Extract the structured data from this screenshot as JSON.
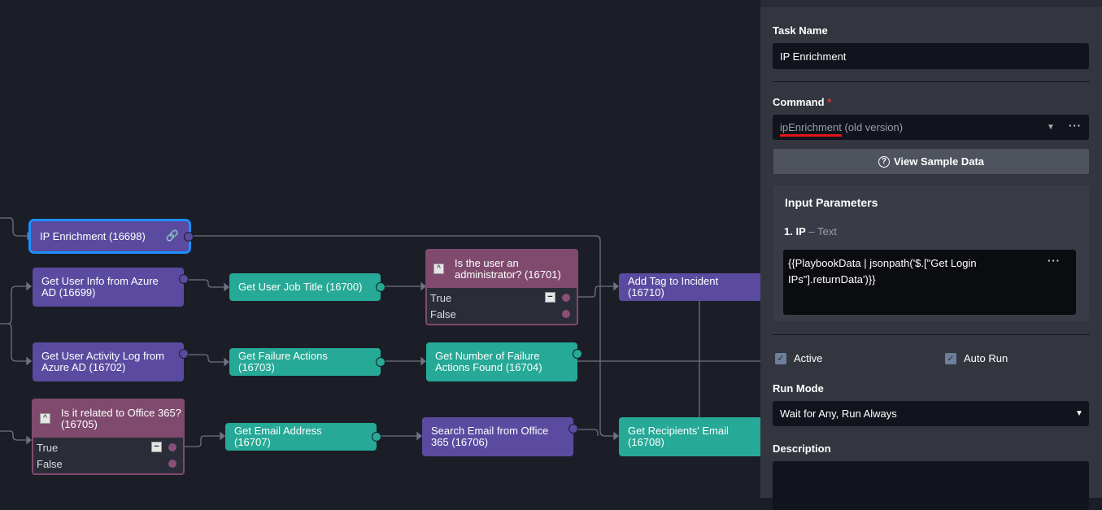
{
  "canvas": {
    "nodes": {
      "ip_enrichment": "IP Enrichment (16698)",
      "get_user_info": "Get User Info from Azure AD (16699)",
      "get_user_activity": "Get User Activity Log from Azure AD (16702)",
      "office365": "Is it related to Office 365? (16705)",
      "job_title": "Get User Job Title (16700)",
      "failure_actions": "Get Failure Actions (16703)",
      "email_address": "Get Email Address (16707)",
      "is_admin": "Is the user an administrator? (16701)",
      "num_failure": "Get Number of Failure Actions Found (16704)",
      "search_email": "Search Email from Office 365 (16706)",
      "add_tag": "Add Tag to Incident (16710)",
      "recipients": "Get Recipients' Email (16708)"
    },
    "branch_true": "True",
    "branch_false": "False",
    "colors": {
      "action": "#5b4ba0",
      "utility": "#26a996",
      "decision": "#7f4a6e",
      "selected": "#1e8fff"
    }
  },
  "panel": {
    "task_name_label": "Task Name",
    "task_name_value": "IP Enrichment",
    "command_label": "Command",
    "required_mark": "*",
    "command_value": "ipEnrichment",
    "command_suffix": "(old version)",
    "view_sample": "View Sample Data",
    "input_params_title": "Input Parameters",
    "param_name": "1. IP",
    "param_type": "– Text",
    "param_value": "{{PlaybookData | jsonpath('$.[\"Get Login IPs\"].returnData')}}",
    "active_label": "Active",
    "active_checked": true,
    "autorun_label": "Auto Run",
    "autorun_checked": true,
    "run_mode_label": "Run Mode",
    "run_mode_value": "Wait for Any, Run Always",
    "description_label": "Description",
    "description_value": ""
  }
}
